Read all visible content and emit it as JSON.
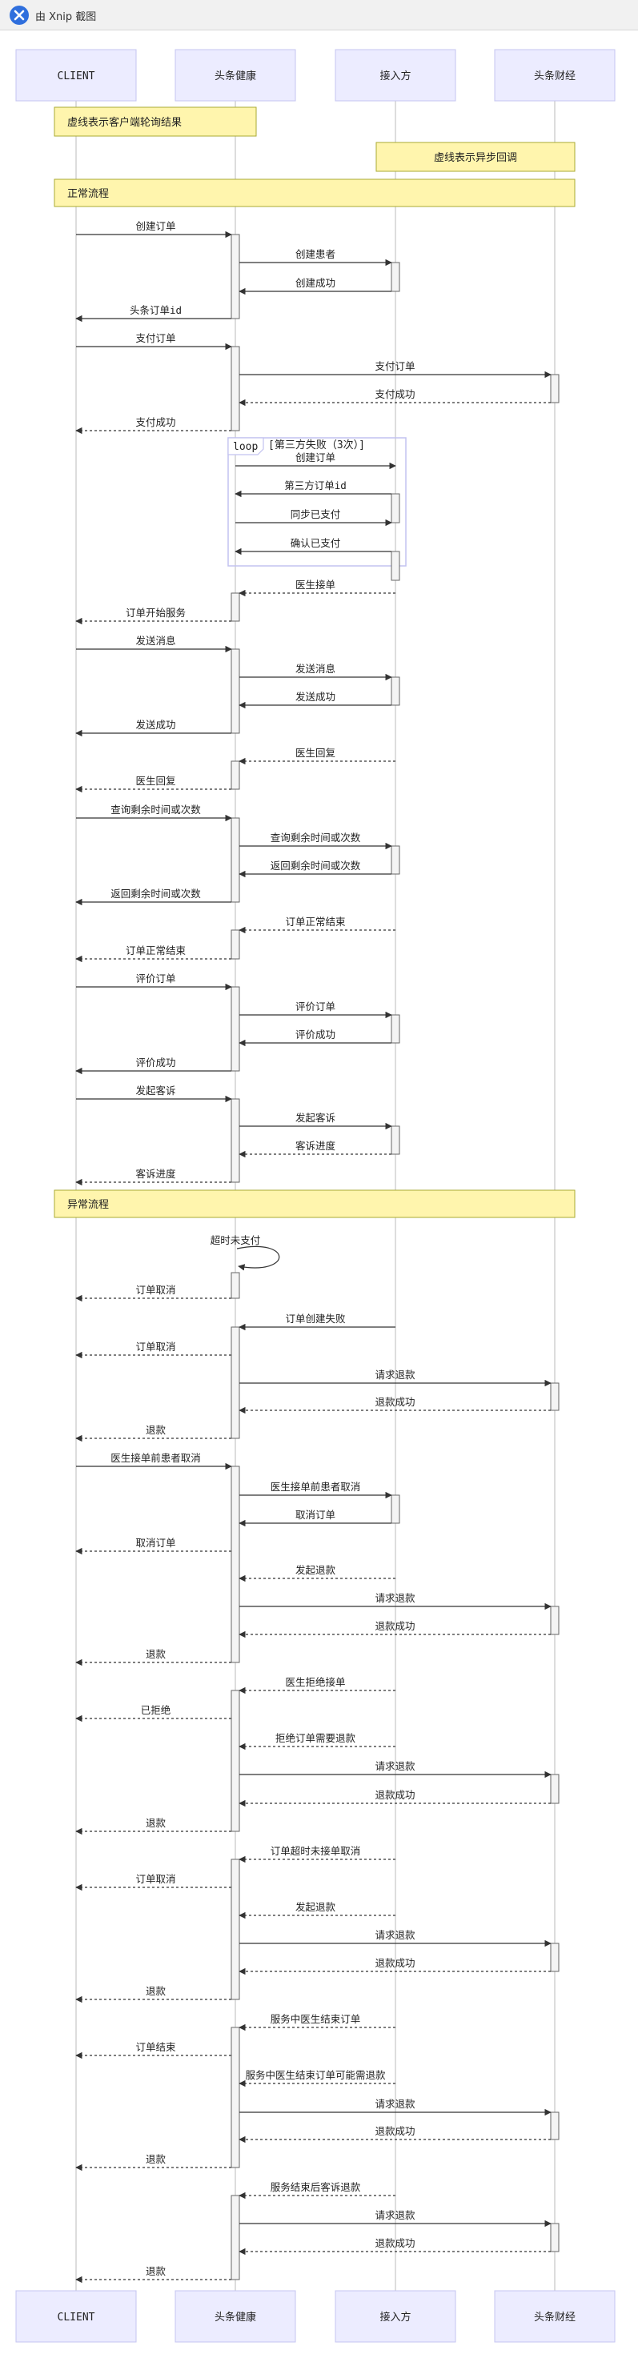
{
  "window": {
    "title": "由 Xnip 截图",
    "icon": "xnip-app-icon"
  },
  "colors": {
    "participant_fill": "#ececff",
    "participant_stroke": "#c5c5f0",
    "note_fill": "#fff5ad",
    "note_stroke": "#aaaa33",
    "line": "#333333",
    "lifeline": "#bbbbbb",
    "activation_fill": "#f4f4f4",
    "loop_stroke": "#c2c2f0"
  },
  "participants": [
    "CLIENT",
    "头条健康",
    "接入方",
    "头条财经"
  ],
  "notes": [
    {
      "text": "虚线表示客户端轮询结果",
      "kind": "single"
    },
    {
      "text": "虚线表示异步回调",
      "kind": "single"
    },
    {
      "text": "正常流程",
      "kind": "section"
    },
    {
      "text": "异常流程",
      "kind": "section"
    }
  ],
  "loop": {
    "keyword": "loop",
    "label": "[第三方失败（3次）]"
  },
  "messages": [
    {
      "label": "创建订单",
      "from": 0,
      "to": 1,
      "style": "solid"
    },
    {
      "label": "创建患者",
      "from": 1,
      "to": 2,
      "style": "solid"
    },
    {
      "label": "创建成功",
      "from": 2,
      "to": 1,
      "style": "solid"
    },
    {
      "label": "头条订单id",
      "from": 1,
      "to": 0,
      "style": "solid"
    },
    {
      "label": "支付订单",
      "from": 0,
      "to": 1,
      "style": "solid"
    },
    {
      "label": "支付订单",
      "from": 1,
      "to": 3,
      "style": "solid"
    },
    {
      "label": "支付成功",
      "from": 3,
      "to": 1,
      "style": "dashed"
    },
    {
      "label": "支付成功",
      "from": 1,
      "to": 0,
      "style": "dashed"
    },
    {
      "label": "创建订单",
      "from": 1,
      "to": 2,
      "style": "solid"
    },
    {
      "label": "第三方订单id",
      "from": 2,
      "to": 1,
      "style": "solid"
    },
    {
      "label": "同步已支付",
      "from": 1,
      "to": 2,
      "style": "solid"
    },
    {
      "label": "确认已支付",
      "from": 2,
      "to": 1,
      "style": "solid"
    },
    {
      "label": "医生接单",
      "from": 2,
      "to": 1,
      "style": "dashed"
    },
    {
      "label": "订单开始服务",
      "from": 1,
      "to": 0,
      "style": "dashed"
    },
    {
      "label": "发送消息",
      "from": 0,
      "to": 1,
      "style": "solid"
    },
    {
      "label": "发送消息",
      "from": 1,
      "to": 2,
      "style": "solid"
    },
    {
      "label": "发送成功",
      "from": 2,
      "to": 1,
      "style": "solid"
    },
    {
      "label": "发送成功",
      "from": 1,
      "to": 0,
      "style": "solid"
    },
    {
      "label": "医生回复",
      "from": 2,
      "to": 1,
      "style": "dashed"
    },
    {
      "label": "医生回复",
      "from": 1,
      "to": 0,
      "style": "dashed"
    },
    {
      "label": "查询剩余时间或次数",
      "from": 0,
      "to": 1,
      "style": "solid"
    },
    {
      "label": "查询剩余时间或次数",
      "from": 1,
      "to": 2,
      "style": "solid"
    },
    {
      "label": "返回剩余时间或次数",
      "from": 2,
      "to": 1,
      "style": "solid"
    },
    {
      "label": "返回剩余时间或次数",
      "from": 1,
      "to": 0,
      "style": "solid"
    },
    {
      "label": "订单正常结束",
      "from": 2,
      "to": 1,
      "style": "dashed"
    },
    {
      "label": "订单正常结束",
      "from": 1,
      "to": 0,
      "style": "dashed"
    },
    {
      "label": "评价订单",
      "from": 0,
      "to": 1,
      "style": "solid"
    },
    {
      "label": "评价订单",
      "from": 1,
      "to": 2,
      "style": "solid"
    },
    {
      "label": "评价成功",
      "from": 2,
      "to": 1,
      "style": "solid"
    },
    {
      "label": "评价成功",
      "from": 1,
      "to": 0,
      "style": "solid"
    },
    {
      "label": "发起客诉",
      "from": 0,
      "to": 1,
      "style": "solid"
    },
    {
      "label": "发起客诉",
      "from": 1,
      "to": 2,
      "style": "solid"
    },
    {
      "label": "客诉进度",
      "from": 2,
      "to": 1,
      "style": "dashed"
    },
    {
      "label": "客诉进度",
      "from": 1,
      "to": 0,
      "style": "dashed"
    },
    {
      "label": "超时未支付",
      "from": 1,
      "to": 1,
      "style": "solid"
    },
    {
      "label": "订单取消",
      "from": 1,
      "to": 0,
      "style": "dashed"
    },
    {
      "label": "订单创建失败",
      "from": 2,
      "to": 1,
      "style": "solid"
    },
    {
      "label": "订单取消",
      "from": 1,
      "to": 0,
      "style": "dashed"
    },
    {
      "label": "请求退款",
      "from": 1,
      "to": 3,
      "style": "solid"
    },
    {
      "label": "退款成功",
      "from": 3,
      "to": 1,
      "style": "dashed"
    },
    {
      "label": "退款",
      "from": 1,
      "to": 0,
      "style": "dashed"
    },
    {
      "label": "医生接单前患者取消",
      "from": 0,
      "to": 1,
      "style": "solid"
    },
    {
      "label": "医生接单前患者取消",
      "from": 1,
      "to": 2,
      "style": "solid"
    },
    {
      "label": "取消订单",
      "from": 2,
      "to": 1,
      "style": "solid"
    },
    {
      "label": "取消订单",
      "from": 1,
      "to": 0,
      "style": "dashed"
    },
    {
      "label": "发起退款",
      "from": 2,
      "to": 1,
      "style": "dashed"
    },
    {
      "label": "请求退款",
      "from": 1,
      "to": 3,
      "style": "solid"
    },
    {
      "label": "退款成功",
      "from": 3,
      "to": 1,
      "style": "dashed"
    },
    {
      "label": "退款",
      "from": 1,
      "to": 0,
      "style": "dashed"
    },
    {
      "label": "医生拒绝接单",
      "from": 2,
      "to": 1,
      "style": "dashed"
    },
    {
      "label": "已拒绝",
      "from": 1,
      "to": 0,
      "style": "dashed"
    },
    {
      "label": "拒绝订单需要退款",
      "from": 2,
      "to": 1,
      "style": "dashed"
    },
    {
      "label": "请求退款",
      "from": 1,
      "to": 3,
      "style": "solid"
    },
    {
      "label": "退款成功",
      "from": 3,
      "to": 1,
      "style": "dashed"
    },
    {
      "label": "退款",
      "from": 1,
      "to": 0,
      "style": "dashed"
    },
    {
      "label": "订单超时未接单取消",
      "from": 2,
      "to": 1,
      "style": "dashed"
    },
    {
      "label": "订单取消",
      "from": 1,
      "to": 0,
      "style": "dashed"
    },
    {
      "label": "发起退款",
      "from": 2,
      "to": 1,
      "style": "dashed"
    },
    {
      "label": "请求退款",
      "from": 1,
      "to": 3,
      "style": "solid"
    },
    {
      "label": "退款成功",
      "from": 3,
      "to": 1,
      "style": "dashed"
    },
    {
      "label": "退款",
      "from": 1,
      "to": 0,
      "style": "dashed"
    },
    {
      "label": "服务中医生结束订单",
      "from": 2,
      "to": 1,
      "style": "dashed"
    },
    {
      "label": "订单结束",
      "from": 1,
      "to": 0,
      "style": "dashed"
    },
    {
      "label": "服务中医生结束订单可能需退款",
      "from": 2,
      "to": 1,
      "style": "dashed"
    },
    {
      "label": "请求退款",
      "from": 1,
      "to": 3,
      "style": "solid"
    },
    {
      "label": "退款成功",
      "from": 3,
      "to": 1,
      "style": "dashed"
    },
    {
      "label": "退款",
      "from": 1,
      "to": 0,
      "style": "dashed"
    },
    {
      "label": "服务结束后客诉退款",
      "from": 2,
      "to": 1,
      "style": "dashed"
    },
    {
      "label": "请求退款",
      "from": 1,
      "to": 3,
      "style": "solid"
    },
    {
      "label": "退款成功",
      "from": 3,
      "to": 1,
      "style": "dashed"
    },
    {
      "label": "退款",
      "from": 1,
      "to": 0,
      "style": "dashed"
    }
  ]
}
